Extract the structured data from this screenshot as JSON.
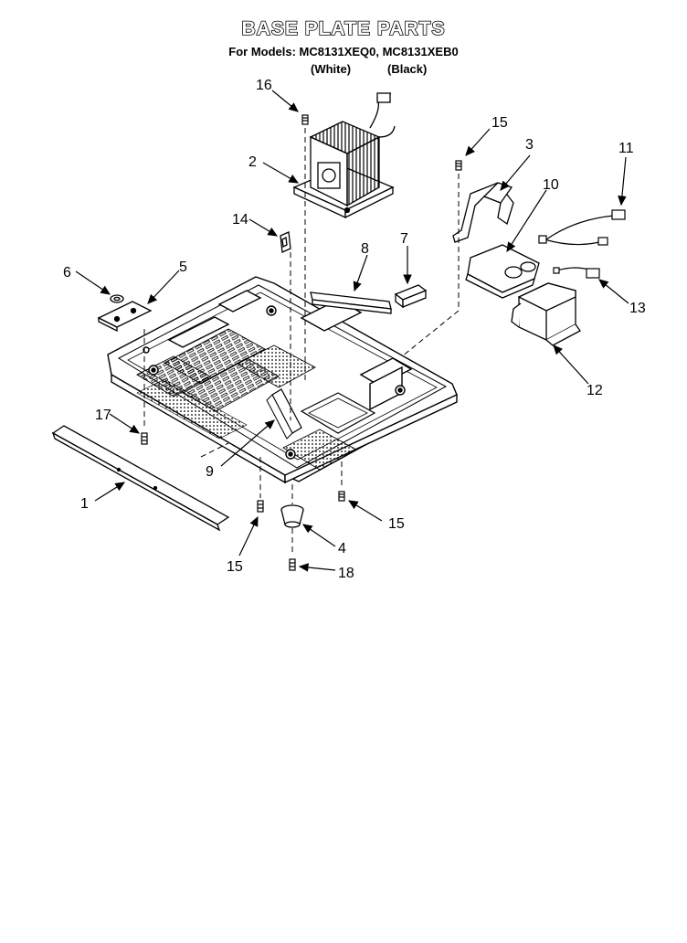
{
  "header": {
    "title": "BASE PLATE PARTS",
    "models_line": "For Models: MC8131XEQ0, MC8131XEB0",
    "variant_white": "(White)",
    "variant_black": "(Black)"
  },
  "callouts": {
    "c1": "1",
    "c2": "2",
    "c3": "3",
    "c4": "4",
    "c5": "5",
    "c6": "6",
    "c7": "7",
    "c8": "8",
    "c9": "9",
    "c10": "10",
    "c11": "11",
    "c12": "12",
    "c13": "13",
    "c14": "14",
    "c15a": "15",
    "c15b": "15",
    "c15c": "15",
    "c16": "16",
    "c17": "17",
    "c18": "18"
  }
}
